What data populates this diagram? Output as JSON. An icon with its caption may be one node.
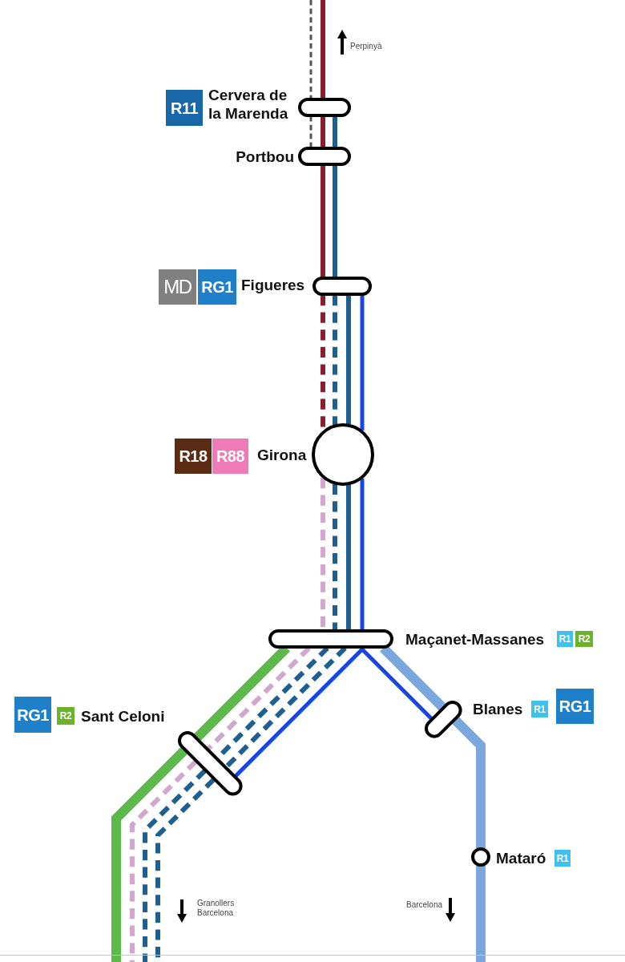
{
  "diagram": {
    "nodes": [
      {
        "text": [
          "R11"
        ]
      },
      {
        "text": [
          "Cervera de la Marenda"
        ]
      },
      {
        "text": [
          "Portbou"
        ]
      },
      {
        "text": [
          "MD"
        ]
      },
      {
        "text": [
          "RG1"
        ]
      },
      {
        "text": [
          "Figueres"
        ]
      },
      {
        "text": [
          "R18"
        ]
      },
      {
        "text": [
          "R88"
        ]
      },
      {
        "text": [
          "Girona"
        ]
      },
      {
        "text": [
          "Maçanet-Massanes"
        ]
      },
      {
        "text": [
          "R1"
        ]
      },
      {
        "text": [
          "R2"
        ]
      },
      {
        "text": [
          "RG1"
        ]
      },
      {
        "text": [
          "R2"
        ]
      },
      {
        "text": [
          "Sant Celoni"
        ]
      },
      {
        "text": [
          "Blanes"
        ]
      },
      {
        "text": [
          "R1"
        ]
      },
      {
        "text": [
          "RG1"
        ]
      },
      {
        "text": [
          "Mataró"
        ]
      },
      {
        "text": [
          "R1"
        ]
      }
    ],
    "edges": [
      {
        "from": null,
        "to": 1,
        "arrow": "none",
        "color": "#8b1e2e"
      },
      {
        "from": null,
        "to": 1,
        "arrow": "none",
        "style": "dashed",
        "color": "#555555"
      },
      {
        "from": 1,
        "to": 2,
        "arrow": "none",
        "color": "#8b1e2e"
      },
      {
        "from": 1,
        "to": 2,
        "arrow": "none",
        "style": "dashed",
        "color": "#555555"
      },
      {
        "from": 1,
        "to": 2,
        "arrow": "none",
        "color": "#1f5f90"
      },
      {
        "from": 2,
        "to": 5,
        "arrow": "none",
        "color": "#8b1e2e"
      },
      {
        "from": 2,
        "to": 5,
        "arrow": "none",
        "color": "#1f5f90"
      },
      {
        "from": 5,
        "to": 8,
        "arrow": "none",
        "style": "dashed",
        "color": "#8b1e2e"
      },
      {
        "from": 5,
        "to": 8,
        "arrow": "none",
        "style": "dashed",
        "color": "#1f5f90"
      },
      {
        "from": 5,
        "to": 8,
        "arrow": "none",
        "color": "#1f5f90"
      },
      {
        "from": 5,
        "to": 8,
        "arrow": "none",
        "color": "#1846e6"
      },
      {
        "from": 8,
        "to": 9,
        "arrow": "none",
        "style": "dashed",
        "color": "#d3a5cf"
      },
      {
        "from": 8,
        "to": 9,
        "arrow": "none",
        "style": "dashed",
        "color": "#1f5f90"
      },
      {
        "from": 8,
        "to": 9,
        "arrow": "none",
        "color": "#1f5f90"
      },
      {
        "from": 8,
        "to": 9,
        "arrow": "none",
        "color": "#1846e6"
      },
      {
        "from": 9,
        "to": 14,
        "arrow": "none",
        "style": "thick",
        "color": "#5db84b"
      },
      {
        "from": 9,
        "to": 14,
        "arrow": "none",
        "style": "dashed",
        "color": "#d3a5cf"
      },
      {
        "from": 9,
        "to": 14,
        "arrow": "none",
        "style": "dashed",
        "color": "#1f5f90"
      },
      {
        "from": 9,
        "to": 14,
        "arrow": "none",
        "style": "dashed",
        "color": "#1f5f90"
      },
      {
        "from": 9,
        "to": 14,
        "arrow": "none",
        "color": "#1846e6"
      },
      {
        "from": 9,
        "to": 15,
        "arrow": "none",
        "color": "#1846e6"
      },
      {
        "from": 9,
        "to": 15,
        "arrow": "none",
        "style": "thick",
        "color": "#7aa7dc"
      },
      {
        "from": 14,
        "to": null,
        "arrow": "none",
        "style": "thick",
        "color": "#5db84b"
      },
      {
        "from": 14,
        "to": null,
        "arrow": "none",
        "style": "dashed",
        "color": "#d3a5cf"
      },
      {
        "from": 14,
        "to": null,
        "arrow": "none",
        "style": "dashed",
        "color": "#1f5f90"
      },
      {
        "from": 14,
        "to": null,
        "arrow": "none",
        "style": "dashed",
        "color": "#1f5f90"
      },
      {
        "from": 15,
        "to": 18,
        "arrow": "none",
        "style": "thick",
        "color": "#7aa7dc"
      },
      {
        "from": 18,
        "to": null,
        "arrow": "none",
        "style": "thick",
        "color": "#7aa7dc"
      }
    ],
    "labels": [
      "Perpinyà",
      "Granollers Barcelona",
      "Barcelona"
    ]
  }
}
